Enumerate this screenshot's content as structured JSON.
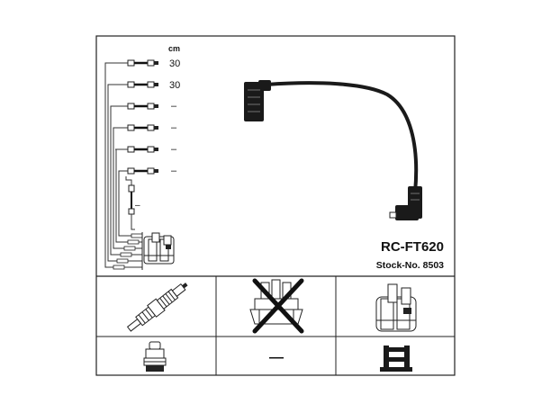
{
  "unit_label": "cm",
  "cable_rows": [
    {
      "length": "30"
    },
    {
      "length": "30"
    },
    {
      "length": "–"
    },
    {
      "length": "–"
    },
    {
      "length": "–"
    },
    {
      "length": "–"
    }
  ],
  "small_dash": "–",
  "part_number": "RC-FT620",
  "stock_number": "Stock-No. 8503",
  "application_icons": [
    {
      "icon": "spark-plug-icon"
    },
    {
      "icon": "distributor-cap-icon",
      "excluded": true
    },
    {
      "icon": "ignition-coil-icon"
    },
    {
      "icon": "spark-plug-connector-icon"
    },
    {
      "icon": "none-dash",
      "text": "—"
    },
    {
      "icon": "coil-connector-icon"
    }
  ]
}
